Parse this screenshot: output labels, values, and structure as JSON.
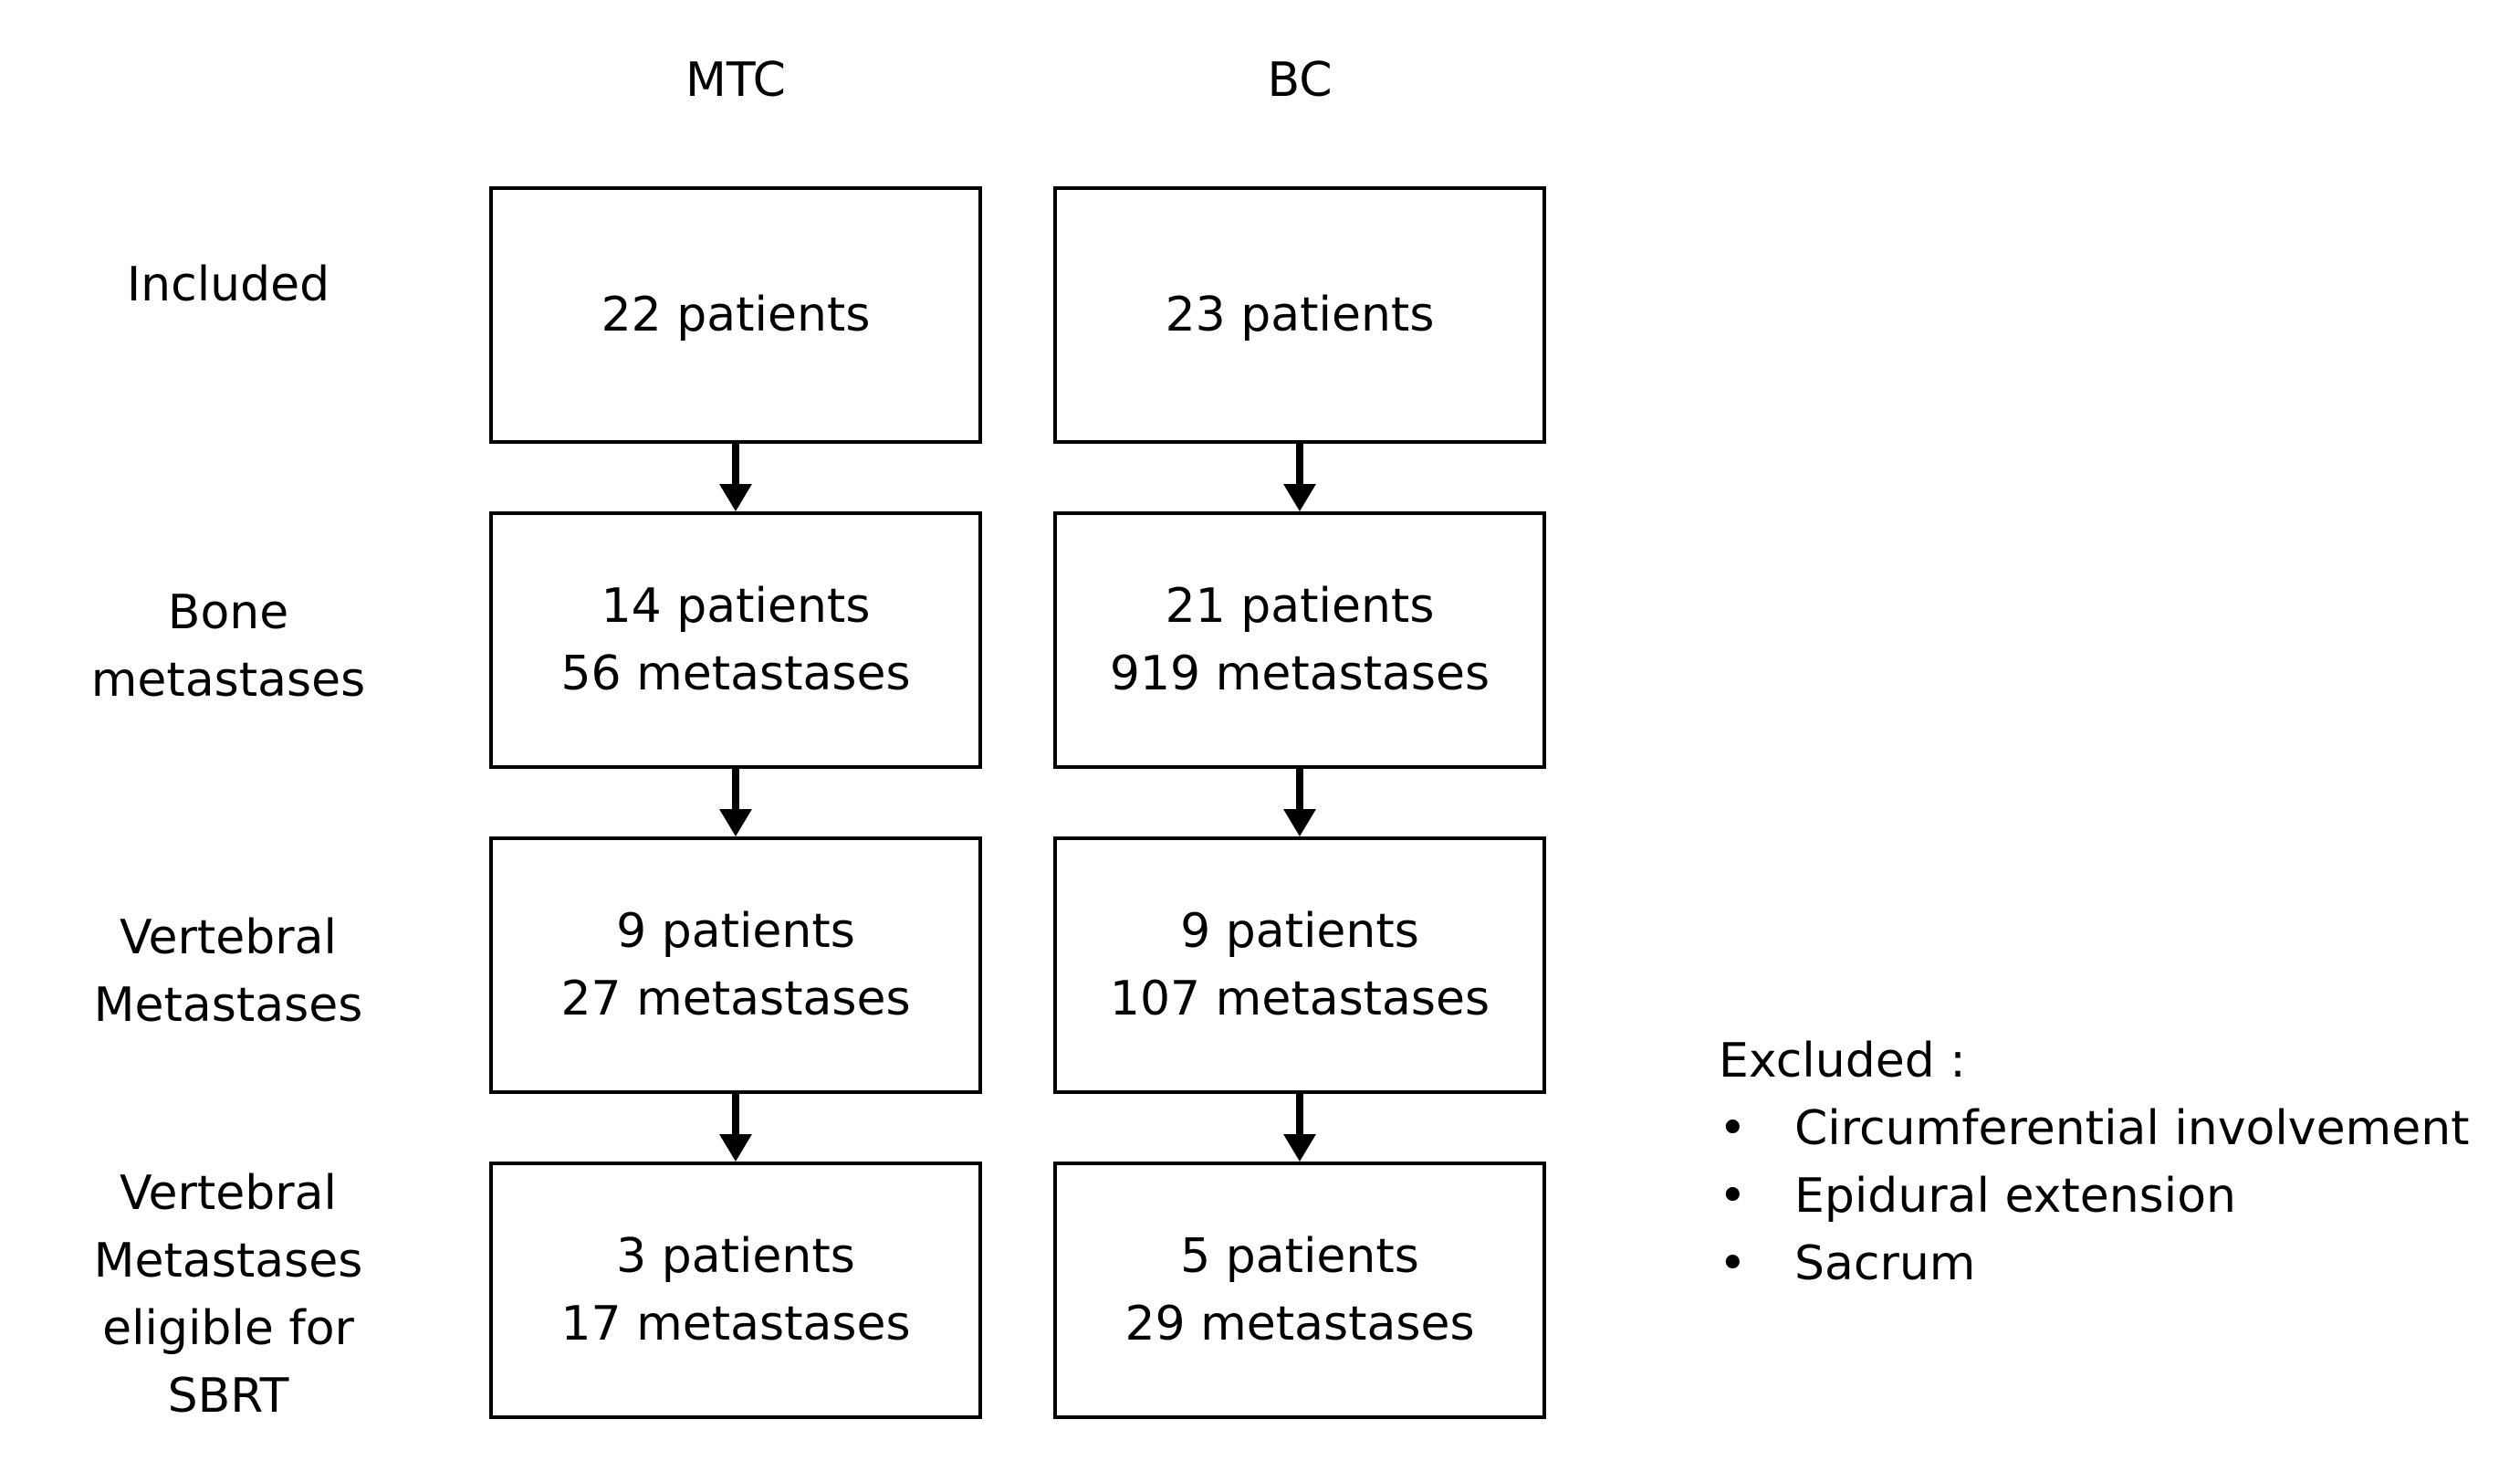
{
  "columns": {
    "mtc": "MTC",
    "bc": "BC"
  },
  "rows": {
    "included": [
      "Included"
    ],
    "bone": [
      "Bone",
      "metastases"
    ],
    "vertebral": [
      "Vertebral",
      "Metastases"
    ],
    "eligible": [
      "Vertebral",
      "Metastases",
      "eligible for",
      "SBRT"
    ]
  },
  "mtc_boxes": {
    "included": [
      "22 patients"
    ],
    "bone": [
      "14 patients",
      "56 metastases"
    ],
    "vertebral": [
      "9 patients",
      "27 metastases"
    ],
    "eligible": [
      "3 patients",
      "17 metastases"
    ]
  },
  "bc_boxes": {
    "included": [
      "23 patients"
    ],
    "bone": [
      "21 patients",
      "919 metastases"
    ],
    "vertebral": [
      "9 patients",
      "107 metastases"
    ],
    "eligible": [
      "5 patients",
      "29 metastases"
    ]
  },
  "excluded": {
    "title": "Excluded :",
    "bullet": "•",
    "items": [
      "Circumferential involvement",
      "Epidural extension",
      "Sacrum"
    ]
  },
  "colors": {
    "line": "#000000",
    "background": "#ffffff"
  }
}
